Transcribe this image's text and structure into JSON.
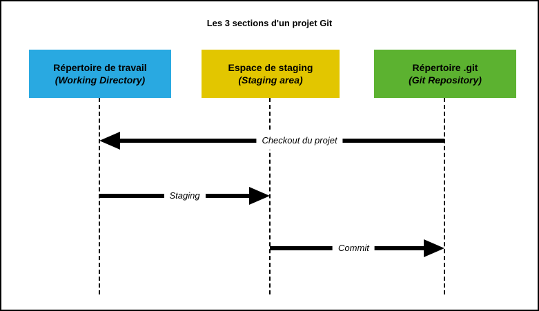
{
  "diagram": {
    "title": "Les 3 sections d'un projet Git",
    "colors": {
      "working_directory": "#29a9e1",
      "staging_area": "#e2c600",
      "git_repository": "#5cb230",
      "arrow": "#000000",
      "background": "#ffffff"
    },
    "boxes": [
      {
        "id": "working-directory",
        "line1": "Répertoire de travail",
        "line2": "(Working Directory)",
        "color": "#29a9e1"
      },
      {
        "id": "staging-area",
        "line1": "Espace de staging",
        "line2": "(Staging area)",
        "color": "#e2c600"
      },
      {
        "id": "git-repository",
        "line1": "Répertoire .git",
        "line2": "(Git Repository)",
        "color": "#5cb230"
      }
    ],
    "arrows": [
      {
        "label": "Checkout du projet",
        "from": "git-repository",
        "to": "working-directory",
        "direction": "left"
      },
      {
        "label": "Staging",
        "from": "working-directory",
        "to": "staging-area",
        "direction": "right"
      },
      {
        "label": "Commit",
        "from": "staging-area",
        "to": "git-repository",
        "direction": "right"
      }
    ]
  }
}
